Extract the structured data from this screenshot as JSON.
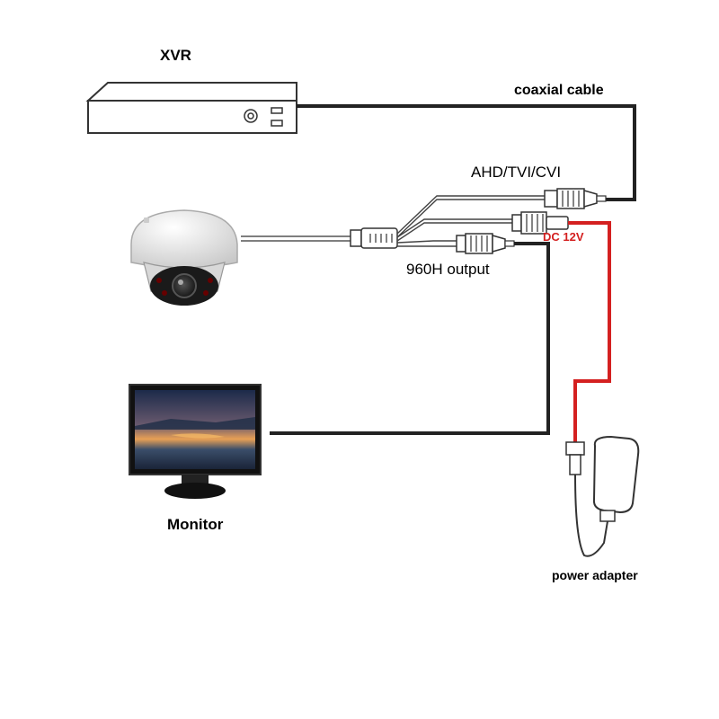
{
  "labels": {
    "xvr": "XVR",
    "coaxial_cable": "coaxial cable",
    "ahd_tvi_cvi": "AHD/TVI/CVI",
    "dc_12v": "DC 12V",
    "output_960h": "960H output",
    "monitor": "Monitor",
    "power_adapter": "power adapter"
  },
  "colors": {
    "cable": "#222222",
    "power_cable": "#d42020",
    "dc_label": "#d42020"
  }
}
